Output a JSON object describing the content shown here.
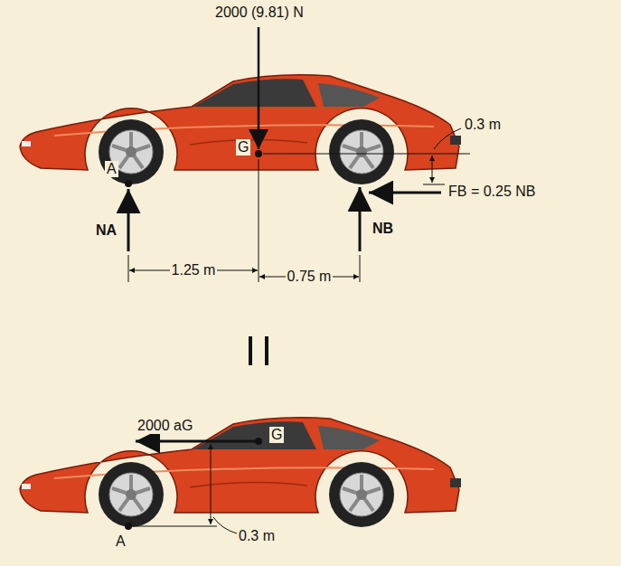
{
  "diagram": {
    "labels": [
      "2000 (9.81) N",
      "G",
      "0.3 m",
      "FB = 0.25 NB",
      "A",
      "NA",
      "NB",
      "1.25 m",
      "0.75 m",
      "2000 aG",
      "G",
      "A",
      "0.3 m"
    ]
  }
}
